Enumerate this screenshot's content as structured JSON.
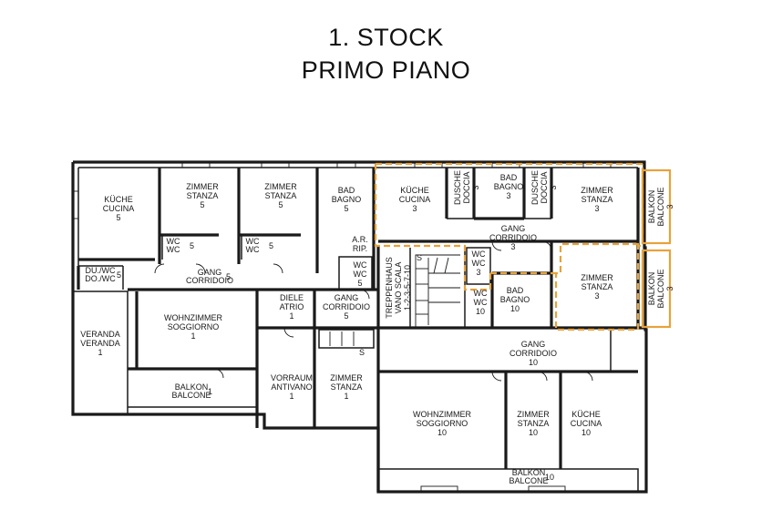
{
  "heading": {
    "line1": "1. STOCK",
    "line2": "PRIMO PIANO"
  },
  "rooms": [
    {
      "lines": [
        "KÜCHE",
        "CUCINA",
        "5"
      ]
    },
    {
      "lines": [
        "ZIMMER",
        "STANZA",
        "5"
      ]
    },
    {
      "lines": [
        "ZIMMER",
        "STANZA",
        "5"
      ]
    },
    {
      "lines": [
        "BAD",
        "BAGNO",
        "5"
      ]
    },
    {
      "lines": [
        "KÜCHE",
        "CUCINA",
        "3"
      ]
    },
    {
      "lines": [
        "DUSCHE",
        "DOCCIA",
        "3"
      ]
    },
    {
      "lines": [
        "BAD",
        "BAGNO",
        "3"
      ]
    },
    {
      "lines": [
        "DUSCHE",
        "DOCCIA",
        "3"
      ]
    },
    {
      "lines": [
        "ZIMMER",
        "STANZA",
        "3"
      ]
    },
    {
      "lines": [
        "BALKON",
        "BALCONE",
        "3"
      ]
    },
    {
      "lines": [
        "WC",
        "WC",
        "5"
      ]
    },
    {
      "lines": [
        "WC",
        "WC",
        "5"
      ]
    },
    {
      "lines": [
        "A.R.",
        "RIP."
      ]
    },
    {
      "lines": [
        "GANG",
        "CORRIDOIO",
        "3"
      ]
    },
    {
      "lines": [
        "WC",
        "WC",
        "5"
      ]
    },
    {
      "lines": [
        "DU./WC",
        "DO./WC",
        "5"
      ]
    },
    {
      "lines": [
        "GANG",
        "CORRIDOIO",
        "5"
      ]
    },
    {
      "lines": [
        "TREPPENHAUS",
        "VANO SCALA",
        "1-2-3-5-7-10"
      ]
    },
    {
      "lines": [
        "WC",
        "WC",
        "3"
      ]
    },
    {
      "lines": [
        "ZIMMER",
        "STANZA",
        "3"
      ]
    },
    {
      "lines": [
        "BALKON",
        "BALCONE",
        "3"
      ]
    },
    {
      "lines": [
        "DIELE",
        "ATRIO",
        "1"
      ]
    },
    {
      "lines": [
        "GANG",
        "CORRIDOIO",
        "5"
      ]
    },
    {
      "lines": [
        "BAD",
        "BAGNO",
        "10"
      ]
    },
    {
      "lines": [
        "WC",
        "WC",
        "10"
      ]
    },
    {
      "lines": [
        "WOHNZIMMER",
        "SOGGIORNO",
        "1"
      ]
    },
    {
      "lines": [
        "VERANDA",
        "VERANDA",
        "1"
      ]
    },
    {
      "lines": [
        "GANG",
        "CORRIDOIO",
        "10"
      ]
    },
    {
      "lines": [
        "VORRAUM",
        "ANTIVANO",
        "1"
      ]
    },
    {
      "lines": [
        "ZIMMER",
        "STANZA",
        "1"
      ]
    },
    {
      "lines": [
        "BALKON",
        "BALCONE",
        "1"
      ]
    },
    {
      "lines": [
        "WOHNZIMMER",
        "SOGGIORNO",
        "10"
      ]
    },
    {
      "lines": [
        "ZIMMER",
        "STANZA",
        "10"
      ]
    },
    {
      "lines": [
        "KÜCHE",
        "CUCINA",
        "10"
      ]
    },
    {
      "lines": [
        "BALKON",
        "BALCONE",
        "10"
      ]
    }
  ],
  "stair_marks": {
    "upper": "S",
    "lower": "S"
  },
  "colors": {
    "walls": "#1a1a1a",
    "unit3_highlight": "#e8a23a"
  }
}
